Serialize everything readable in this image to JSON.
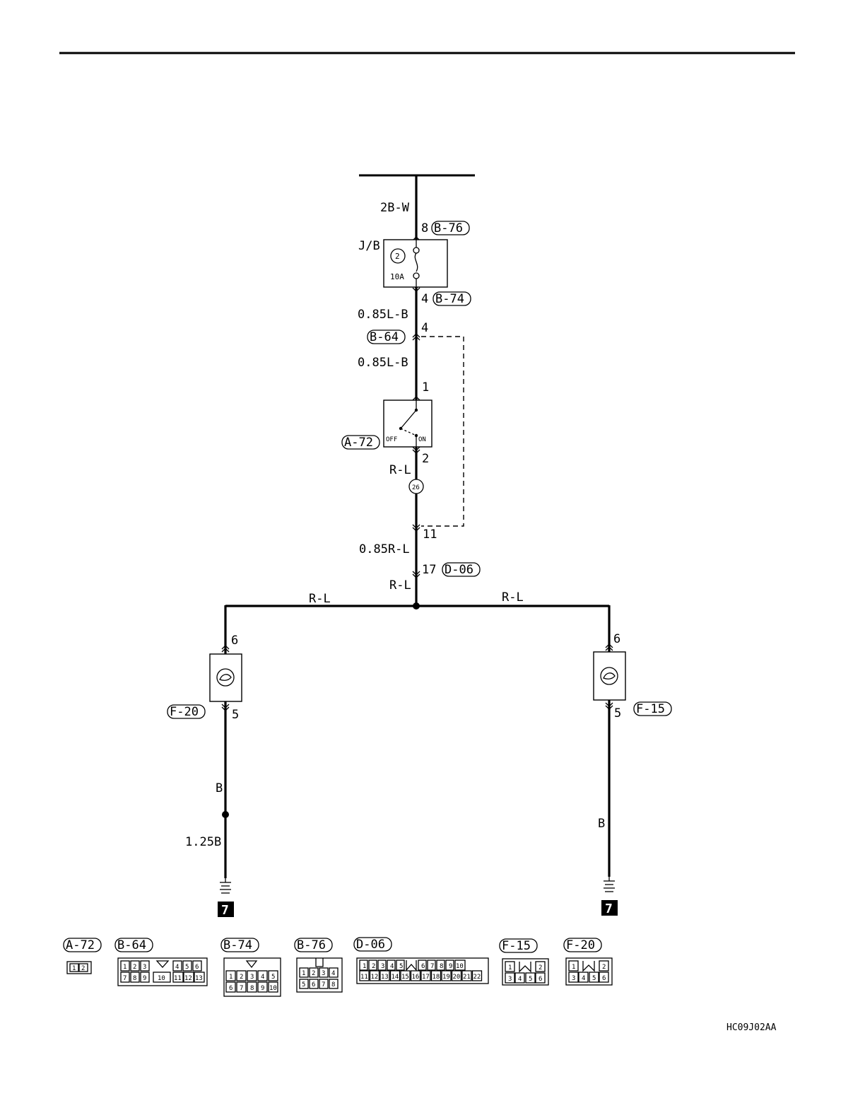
{
  "figure_code": "HC09J02AA",
  "supply": {
    "wire": "2B-W",
    "pin": "8",
    "connector": "B-76"
  },
  "junction_block": {
    "label": "J/B",
    "fuse_number": "2",
    "fuse_rating": "10A",
    "out_pin": "4",
    "out_connector": "B-74"
  },
  "wires": {
    "jb_out": "0.85L-B",
    "b64_pin": "4",
    "b64_connector": "B-64",
    "to_switch": "0.85L-B",
    "switch_in_pin": "1",
    "switch_connector": "A-72",
    "switch_off": "OFF",
    "switch_on": "ON",
    "switch_out_pin": "2",
    "switch_out_wire": "R-L",
    "splice": "26",
    "b64_return_pin": "11",
    "to_d06": "0.85R-L",
    "d06_pin": "17",
    "d06_connector": "D-06",
    "after_d06": "R-L",
    "branch_left": "R-L",
    "branch_right": "R-L"
  },
  "left_lamp": {
    "connector": "F-20",
    "pin_in": "6",
    "pin_out": "5",
    "wire_b": "B",
    "wire_ground": "1.25B",
    "ground_ref": "7"
  },
  "right_lamp": {
    "connector": "F-15",
    "pin_in": "6",
    "pin_out": "5",
    "wire_b": "B",
    "ground_ref": "7"
  },
  "connector_legend": [
    {
      "name": "A-72",
      "rows": [
        [
          "1",
          "2"
        ]
      ]
    },
    {
      "name": "B-64",
      "rows": [
        [
          "1",
          "2",
          "3",
          "",
          "4",
          "5",
          "6"
        ],
        [
          "7",
          "8",
          "9",
          "10",
          "11",
          "12",
          "13"
        ]
      ]
    },
    {
      "name": "B-74",
      "rows": [
        [
          "1",
          "2",
          "3",
          "4",
          "5"
        ],
        [
          "6",
          "7",
          "8",
          "9",
          "10"
        ]
      ]
    },
    {
      "name": "B-76",
      "rows": [
        [
          "1",
          "2",
          "3",
          "4"
        ],
        [
          "5",
          "6",
          "7",
          "8"
        ]
      ]
    },
    {
      "name": "D-06",
      "rows": [
        [
          "1",
          "2",
          "3",
          "4",
          "5",
          "",
          "6",
          "7",
          "8",
          "9",
          "10"
        ],
        [
          "11",
          "12",
          "13",
          "14",
          "15",
          "16",
          "17",
          "18",
          "19",
          "20",
          "21",
          "22"
        ]
      ]
    },
    {
      "name": "F-15",
      "rows": [
        [
          "1",
          "",
          "2"
        ],
        [
          "3",
          "4",
          "5",
          "6"
        ]
      ]
    },
    {
      "name": "F-20",
      "rows": [
        [
          "1",
          "",
          "2"
        ],
        [
          "3",
          "4",
          "5",
          "6"
        ]
      ]
    }
  ]
}
